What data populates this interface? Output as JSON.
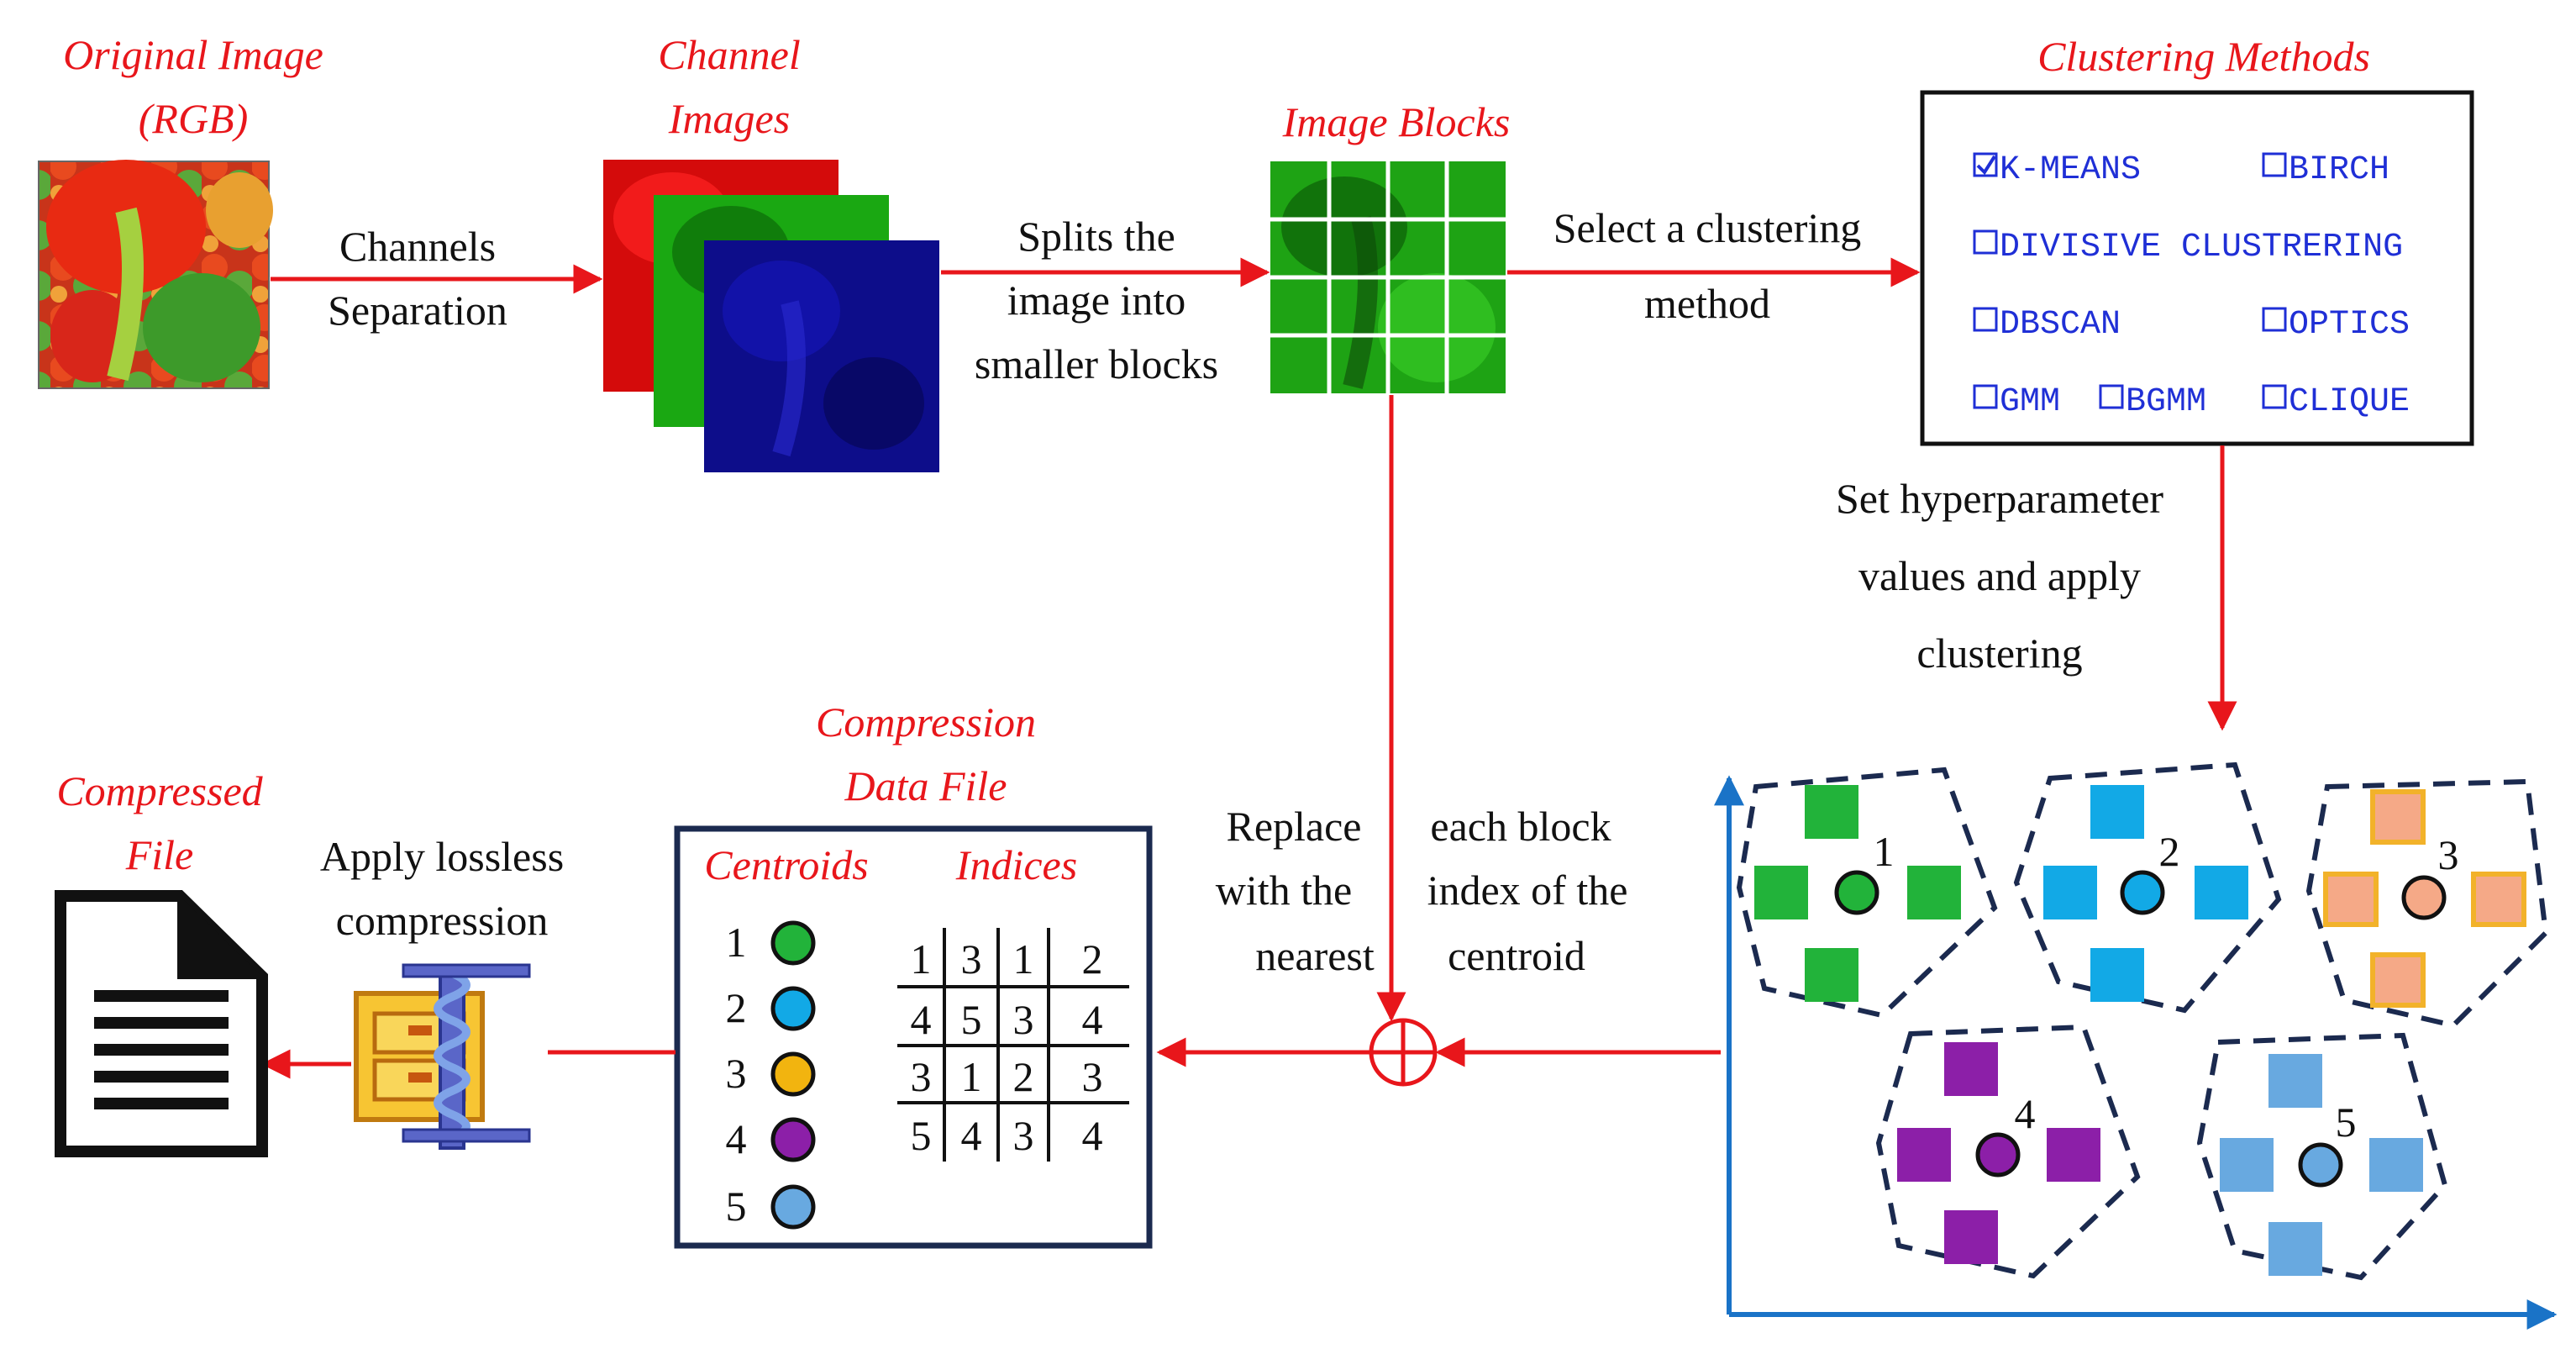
{
  "titles": {
    "original_image": "Original Image",
    "original_image_rgb": "(RGB)",
    "channel": "Channel",
    "images": "Images",
    "image_blocks": "Image Blocks",
    "clustering_methods": "Clustering Methods",
    "compression": "Compression",
    "data_file": "Data File",
    "compressed": "Compressed",
    "file": "File"
  },
  "labels": {
    "channels": "Channels",
    "separation": "Separation",
    "splits_the": "Splits the",
    "image_into": "image into",
    "smaller_blocks": "smaller blocks",
    "select_a_clustering": "Select a clustering",
    "method": "method",
    "set_hyperparameter": "Set hyperparameter",
    "values_and_apply": "values and apply",
    "clustering": "clustering",
    "replace": "Replace",
    "with_the": "with the",
    "nearest": "nearest",
    "each_block": "each block",
    "index_of_the": "index of the",
    "centroid": "centroid",
    "apply_lossless": "Apply lossless",
    "compression": "compression"
  },
  "clustering": {
    "selected": "K-MEANS",
    "methods": [
      "K-MEANS",
      "BIRCH",
      "DIVISIVE CLUSTRERING",
      "DBSCAN",
      "OPTICS",
      "GMM",
      "BGMM",
      "CLIQUE"
    ]
  },
  "clusters": [
    {
      "label": "1",
      "color": "#22b33a"
    },
    {
      "label": "2",
      "color": "#12a9e6"
    },
    {
      "label": "3",
      "color": "#f5a987"
    },
    {
      "label": "4",
      "color": "#8c1fa8"
    },
    {
      "label": "5",
      "color": "#68a9e0"
    }
  ],
  "compression_file": {
    "centroids_header": "Centroids",
    "indices_header": "Indices",
    "centroids": [
      {
        "id": "1",
        "color": "#22b33a"
      },
      {
        "id": "2",
        "color": "#12a9e6"
      },
      {
        "id": "3",
        "color": "#f2b40f"
      },
      {
        "id": "4",
        "color": "#8c1fa8"
      },
      {
        "id": "5",
        "color": "#68a9e0"
      }
    ],
    "indices": [
      [
        "1",
        "3",
        "1",
        "2"
      ],
      [
        "4",
        "5",
        "3",
        "4"
      ],
      [
        "3",
        "1",
        "2",
        "3"
      ],
      [
        "5",
        "4",
        "3",
        "4"
      ]
    ]
  }
}
